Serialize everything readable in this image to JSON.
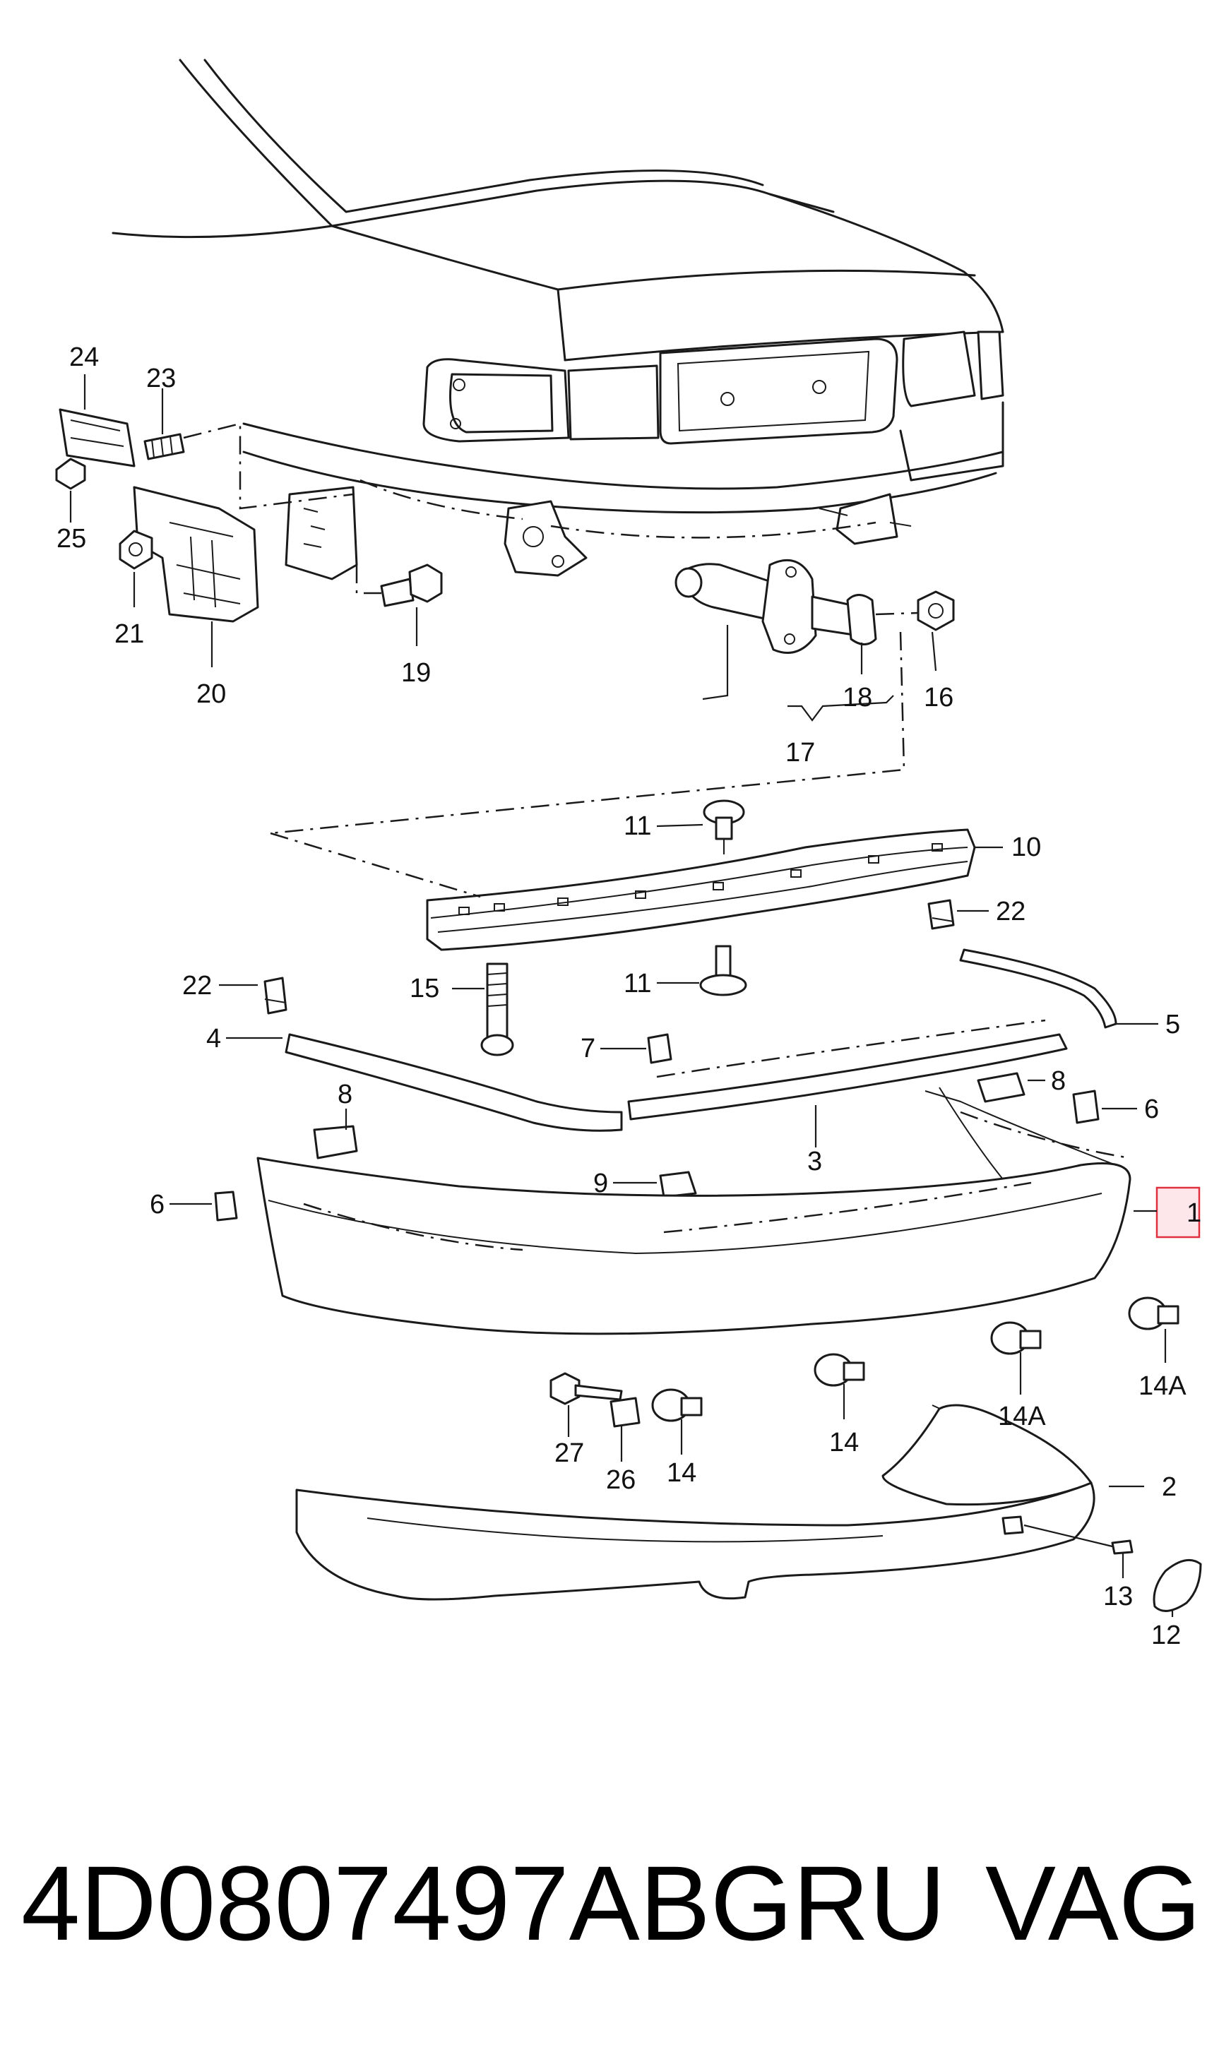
{
  "footer": {
    "part_number": "4D0807497ABGRU",
    "brand": "VAG"
  },
  "callouts": {
    "c1": "1",
    "c2": "2",
    "c3": "3",
    "c4": "4",
    "c5": "5",
    "c6a": "6",
    "c6b": "6",
    "c7": "7",
    "c8a": "8",
    "c8b": "8",
    "c9": "9",
    "c10": "10",
    "c11a": "11",
    "c11b": "11",
    "c12": "12",
    "c13": "13",
    "c14a": "14",
    "c14b": "14",
    "c14Aa": "14A",
    "c14Ab": "14A",
    "c15": "15",
    "c16": "16",
    "c17": "17",
    "c18": "18",
    "c19": "19",
    "c20": "20",
    "c21": "21",
    "c22a": "22",
    "c22b": "22",
    "c23": "23",
    "c24": "24",
    "c25": "25",
    "c26": "26",
    "c27": "27"
  },
  "colors": {
    "line": "#1a1a1a",
    "highlight_fill": "#fde7ea",
    "highlight_stroke": "#e0303f"
  }
}
